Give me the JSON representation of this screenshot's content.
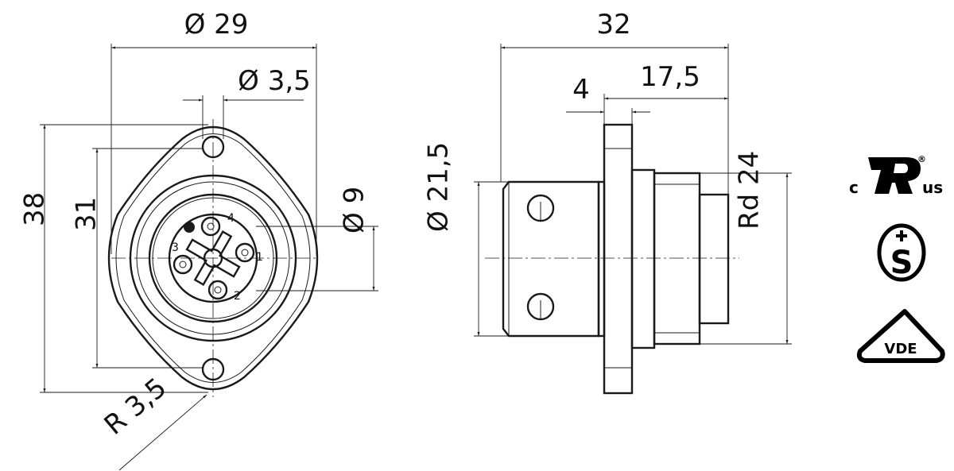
{
  "dimensions": {
    "flange_diameter": "Ø 29",
    "hole_diameter": "Ø 3,5",
    "height_total": "38",
    "hole_spacing": "31",
    "contact_circle": "Ø 9",
    "corner_radius": "R 3,5",
    "length_total": "32",
    "flange_thickness": "4",
    "rear_length": "17,5",
    "body_diameter": "Ø 21,5",
    "thread": "Rd 24"
  },
  "pins": {
    "p1": "1",
    "p2": "2",
    "p3": "3",
    "p4": "4"
  },
  "certifications": {
    "ul_c": "c",
    "ul_us": "us",
    "ul_reg": "®",
    "semko": "S",
    "vde": "VDE"
  }
}
